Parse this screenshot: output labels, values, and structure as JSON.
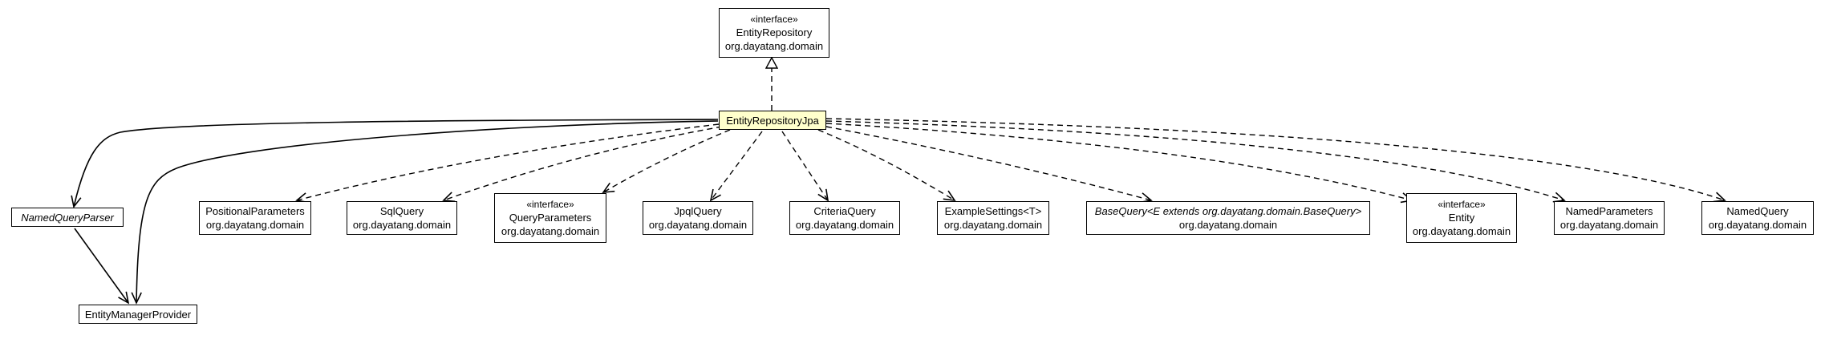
{
  "nodes": {
    "entity_repository": {
      "stereotype": "«interface»",
      "name": "EntityRepository",
      "package": "org.dayatang.domain"
    },
    "entity_repository_jpa": {
      "name": "EntityRepositoryJpa"
    },
    "named_query_parser": {
      "name": "NamedQueryParser"
    },
    "entity_manager_provider": {
      "name": "EntityManagerProvider"
    },
    "positional_parameters": {
      "name": "PositionalParameters",
      "package": "org.dayatang.domain"
    },
    "sql_query": {
      "name": "SqlQuery",
      "package": "org.dayatang.domain"
    },
    "query_parameters": {
      "stereotype": "«interface»",
      "name": "QueryParameters",
      "package": "org.dayatang.domain"
    },
    "jpql_query": {
      "name": "JpqlQuery",
      "package": "org.dayatang.domain"
    },
    "criteria_query": {
      "name": "CriteriaQuery",
      "package": "org.dayatang.domain"
    },
    "example_settings": {
      "name": "ExampleSettings<T>",
      "package": "org.dayatang.domain"
    },
    "base_query": {
      "name": "BaseQuery<E extends org.dayatang.domain.BaseQuery>",
      "package": "org.dayatang.domain"
    },
    "entity": {
      "stereotype": "«interface»",
      "name": "Entity",
      "package": "org.dayatang.domain"
    },
    "named_parameters": {
      "name": "NamedParameters",
      "package": "org.dayatang.domain"
    },
    "named_query": {
      "name": "NamedQuery",
      "package": "org.dayatang.domain"
    }
  },
  "colors": {
    "focus_fill": "#ffffcc",
    "stroke": "#000000",
    "background": "#ffffff"
  }
}
